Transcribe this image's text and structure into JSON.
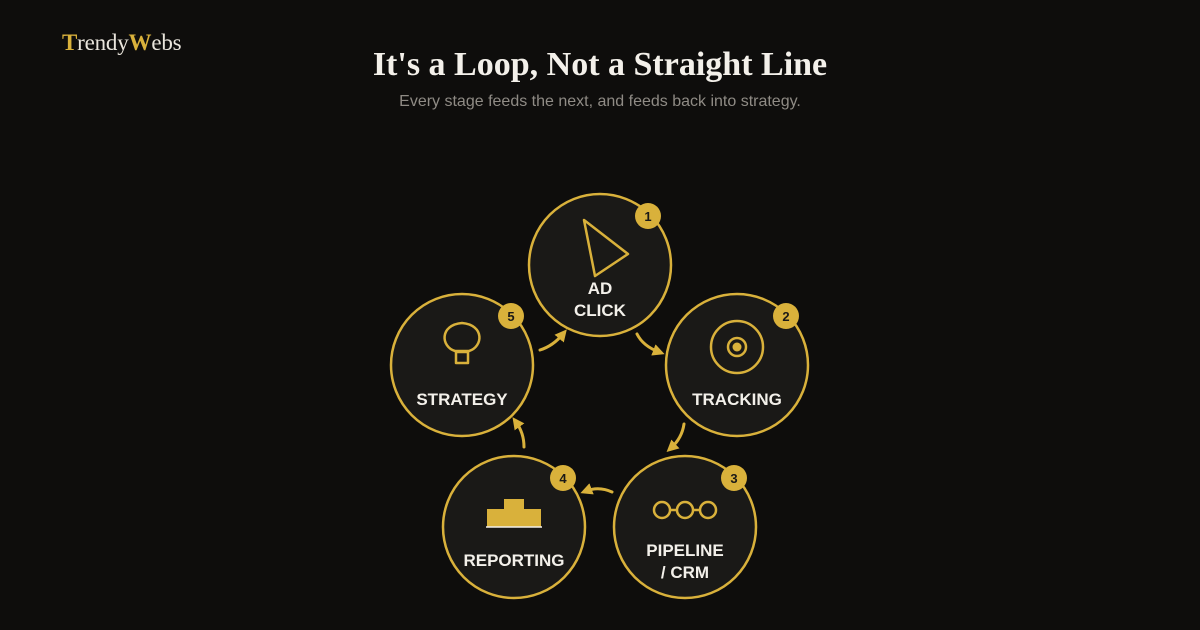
{
  "brand": {
    "logo_first_letter": "T",
    "logo_part1": "rendy",
    "logo_second_letter": "W",
    "logo_part2": "ebs"
  },
  "header": {
    "title": "It's a Loop, Not a Straight Line",
    "subtitle": "Every stage feeds the next, and feeds back into strategy."
  },
  "colors": {
    "accent": "#d9b13b",
    "background": "#0e0d0c",
    "node_fill": "#1a1917"
  },
  "stages": [
    {
      "number": "1",
      "label_lines": [
        "AD",
        "CLICK"
      ],
      "icon": "play-triangle-icon"
    },
    {
      "number": "2",
      "label_lines": [
        "TRACKING"
      ],
      "icon": "target-icon"
    },
    {
      "number": "3",
      "label_lines": [
        "PIPELINE",
        "/ CRM"
      ],
      "icon": "chain-links-icon"
    },
    {
      "number": "4",
      "label_lines": [
        "REPORTING"
      ],
      "icon": "bar-chart-icon"
    },
    {
      "number": "5",
      "label_lines": [
        "STRATEGY"
      ],
      "icon": "lightbulb-icon"
    }
  ]
}
